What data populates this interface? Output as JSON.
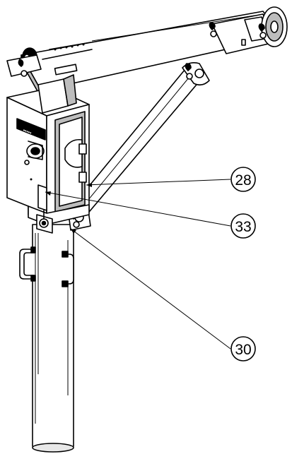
{
  "figure": {
    "callouts": [
      {
        "id": "c28",
        "label": "28"
      },
      {
        "id": "c33",
        "label": "33"
      },
      {
        "id": "c30",
        "label": "30"
      }
    ],
    "colors": {
      "line": "#000000",
      "fill": "#ffffff",
      "shade": "#bdbdbd"
    }
  }
}
